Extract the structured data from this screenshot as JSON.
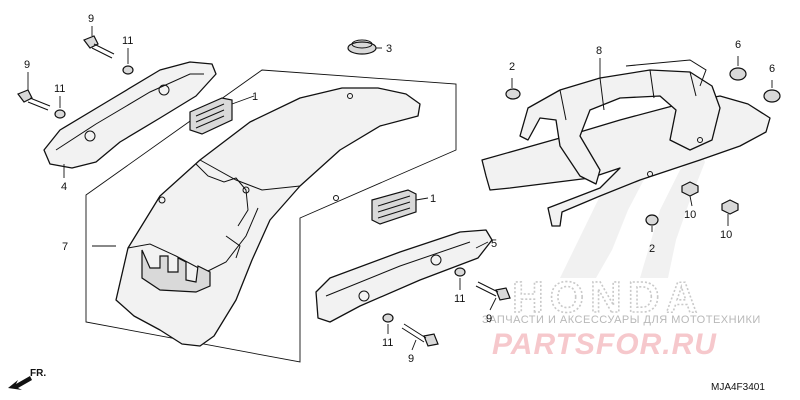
{
  "diagram": {
    "code": "MJA4F3401",
    "direction_label": "FR.",
    "callouts": {
      "c1a": "1",
      "c1b": "1",
      "c2a": "2",
      "c2b": "2",
      "c3": "3",
      "c4": "4",
      "c5": "5",
      "c6a": "6",
      "c6b": "6",
      "c7": "7",
      "c8": "8",
      "c9a": "9",
      "c9b": "9",
      "c9c": "9",
      "c9d": "9",
      "c10a": "10",
      "c10b": "10",
      "c11a": "11",
      "c11b": "11",
      "c11c": "11",
      "c11d": "11"
    }
  },
  "watermark": {
    "logo": "HONDA",
    "caption": "ЗАПЧАСТИ И АКСЕССУАРЫ ДЛЯ МОТОТЕХНИКИ",
    "brand": "PARTSFOR.RU"
  }
}
